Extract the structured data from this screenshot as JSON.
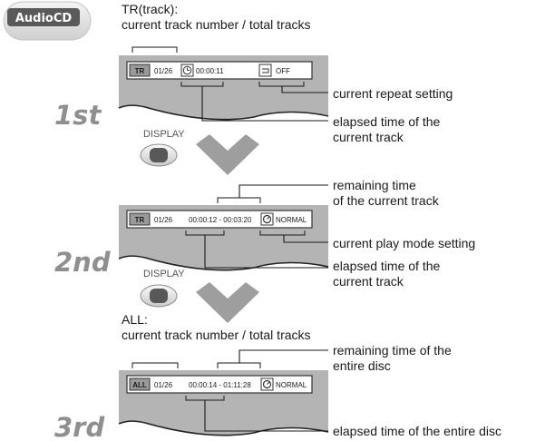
{
  "badge": {
    "label": "AudioCD"
  },
  "colors": {
    "screen_bg": "#b4b4b4",
    "osd_border": "#333333",
    "step_label": "#8f8f8f",
    "chevron": "#9e9e9e"
  },
  "header": {
    "line1": "TR(track):",
    "line2": "current track number / total tracks"
  },
  "panels": [
    {
      "step": "1st",
      "osd": {
        "mode_icon": "TR",
        "track": "01/26",
        "clock_icon": "clock-icon",
        "time": "00:00:11",
        "setting_icon": "repeat-icon",
        "setting": "OFF"
      },
      "callouts": {
        "repeat": "current repeat setting",
        "elapsed_1": "elapsed time of the",
        "elapsed_2": "current track"
      }
    },
    {
      "step": "2nd",
      "osd": {
        "mode_icon": "TR",
        "track": "01/26",
        "time": "00:00:12 - 00:03:20",
        "setting_icon": "play-mode-icon",
        "setting": "NORMAL"
      },
      "callouts": {
        "remaining_1": "remaining time",
        "remaining_2": "of the current track",
        "playmode": "current play mode setting",
        "elapsed_1": "elapsed time of the",
        "elapsed_2": "current track"
      }
    },
    {
      "step": "3rd",
      "osd": {
        "mode_icon": "ALL",
        "track": "01/26",
        "time": "00:00:14 - 01:11:28",
        "setting_icon": "play-mode-icon",
        "setting": "NORMAL"
      },
      "callouts": {
        "all_1": "ALL:",
        "all_2": "current track number / total tracks",
        "remaining_1": "remaining time of the",
        "remaining_2": "entire disc",
        "elapsed": "elapsed time of the entire disc"
      }
    }
  ],
  "display_buttons": [
    {
      "label": "DISPLAY"
    },
    {
      "label": "DISPLAY"
    }
  ]
}
